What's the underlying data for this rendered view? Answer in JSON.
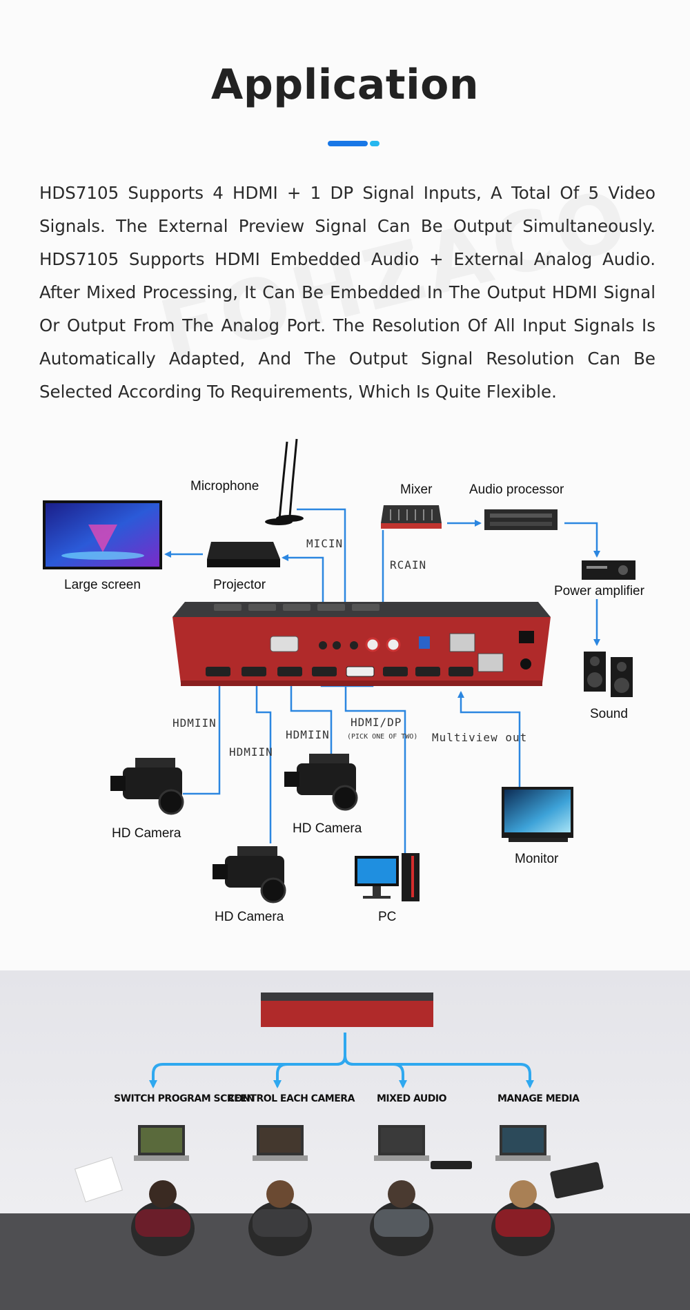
{
  "heading": "Application",
  "description": "HDS7105 Supports 4 HDMI + 1 DP Signal Inputs, A Total Of 5 Video Signals. The External Preview Signal Can Be Output Simultaneously. HDS7105 Supports HDMI Embedded Audio + External Analog Audio. After Mixed Processing, It Can Be Embedded In The Output HDMI Signal Or Output From The Analog Port. The Resolution Of All Input Signals Is Automatically Adapted, And The Output Signal Resolution Can Be Selected According To Requirements, Which Is Quite Flexible.",
  "watermark": "FOHZACO",
  "diagram": {
    "devices": {
      "microphone": "Microphone",
      "mixer": "Mixer",
      "audio_processor": "Audio processor",
      "large_screen": "Large screen",
      "projector": "Projector",
      "power_amplifier": "Power amplifier",
      "sound": "Sound",
      "hd_camera_1": "HD Camera",
      "hd_camera_2": "HD Camera",
      "hd_camera_3": "HD Camera",
      "pc": "PC",
      "monitor": "Monitor"
    },
    "connections": {
      "mic_in": "MICIN",
      "rca_in": "RCAIN",
      "hdmi_in_1": "HDMIIN",
      "hdmi_in_2": "HDMIIN",
      "hdmi_in_3": "HDMIIN",
      "hdmi_dp": "HDMI/DP",
      "hdmi_dp_note": "(PICK ONE OF TWO)",
      "multiview_out": "Multiview out"
    },
    "colors": {
      "line": "#2b86e0",
      "device_red": "#b02a2a",
      "device_top": "#3a3a3a"
    }
  },
  "workflow": {
    "functions": [
      "SWITCH PROGRAM SCREEN",
      "CONTROL EACH CAMERA",
      "MIXED AUDIO",
      "MANAGE MEDIA"
    ],
    "colors": {
      "arrow": "#2fa8ef",
      "floor": "#4f4f52",
      "wall": "#e8e8ec"
    }
  }
}
